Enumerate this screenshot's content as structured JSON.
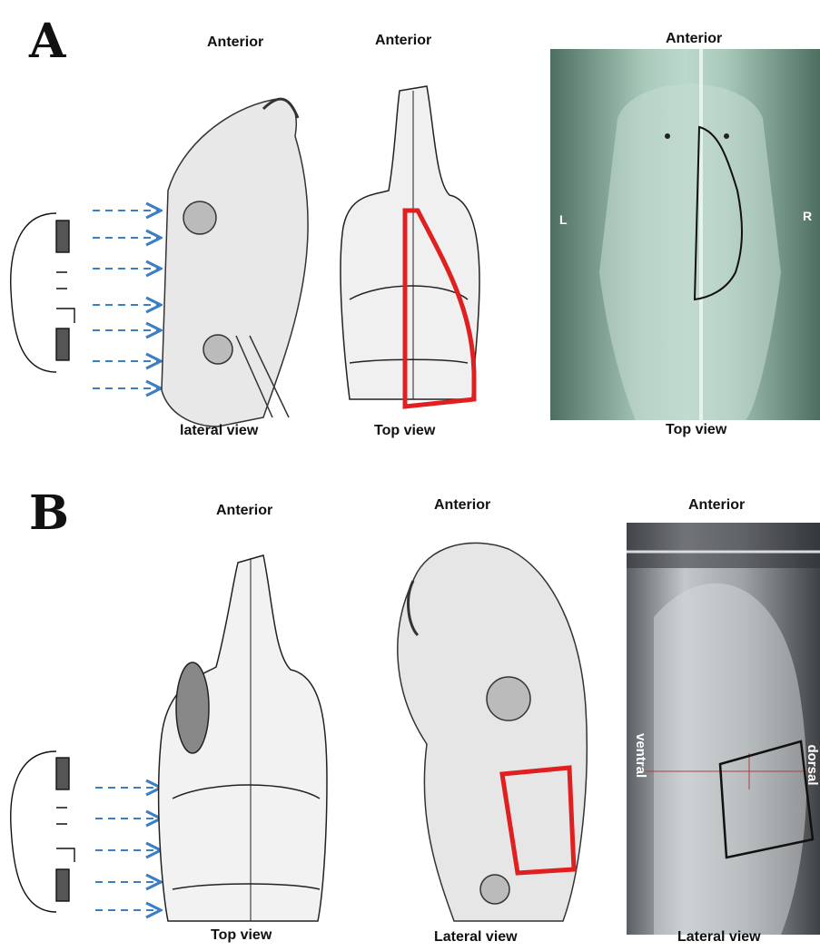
{
  "panels": {
    "a": {
      "letter": "A",
      "lateral_drawing": {
        "anterior_label": "Anterior",
        "view_label": "lateral view"
      },
      "top_drawing": {
        "anterior_label": "Anterior",
        "view_label": "Top view"
      },
      "xray": {
        "anterior_label": "Anterior",
        "view_label": "Top view",
        "left_label": "L",
        "right_label": "R"
      }
    },
    "b": {
      "letter": "B",
      "top_drawing": {
        "anterior_label": "Anterior",
        "view_label": "Top view"
      },
      "lateral_drawing": {
        "anterior_label": "Anterior",
        "view_label": "Lateral view"
      },
      "xray": {
        "anterior_label": "Anterior",
        "view_label": "Lateral view",
        "ventral_label": "ventral",
        "dorsal_label": "dorsal"
      }
    }
  },
  "colors": {
    "beam_arrow": "#3a7fc4",
    "target_outline": "#e02020",
    "xray_outline": "#111111",
    "xray_a_tint": "#7fa898",
    "xray_b_tint": "#a8adb0"
  },
  "icons": [
    "radiation-beam-arrow-icon",
    "collimator-icon",
    "rat-skull-drawing",
    "x-ray-image"
  ]
}
